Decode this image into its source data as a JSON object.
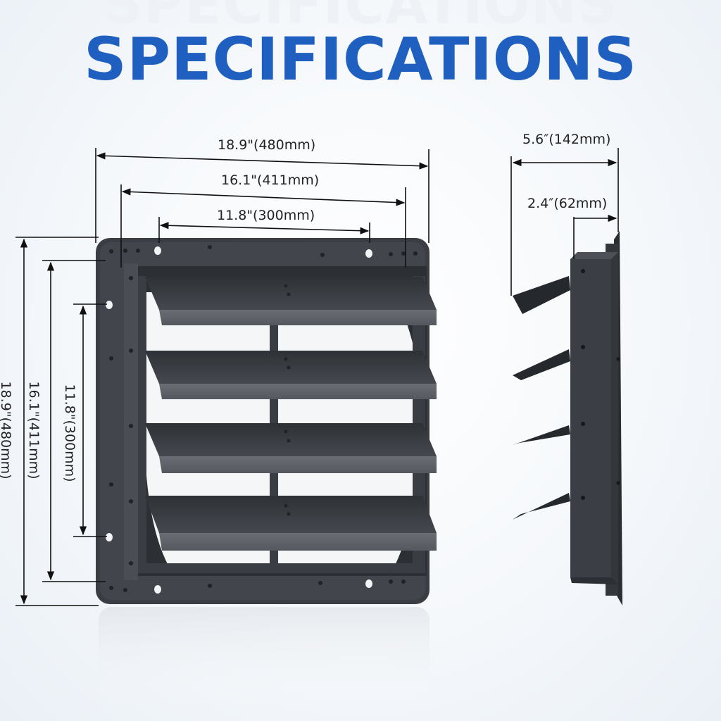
{
  "page": {
    "title": "SPECIFICATIONS",
    "title_color": "#1f5fbf"
  },
  "front_view": {
    "dimensions": {
      "overall_width": "18.9\"(480mm)",
      "frame_width": "16.1\"(411mm)",
      "opening_width": "11.8\"(300mm)",
      "overall_height": "18.9\"(480mm)",
      "frame_height": "16.1\"(411mm)",
      "opening_height": "11.8\"(300mm)"
    },
    "louver_count": 4,
    "color": "#3b3f45"
  },
  "side_view": {
    "dimensions": {
      "total_depth": "5.6″(142mm)",
      "frame_depth": "2.4″(62mm)"
    }
  }
}
